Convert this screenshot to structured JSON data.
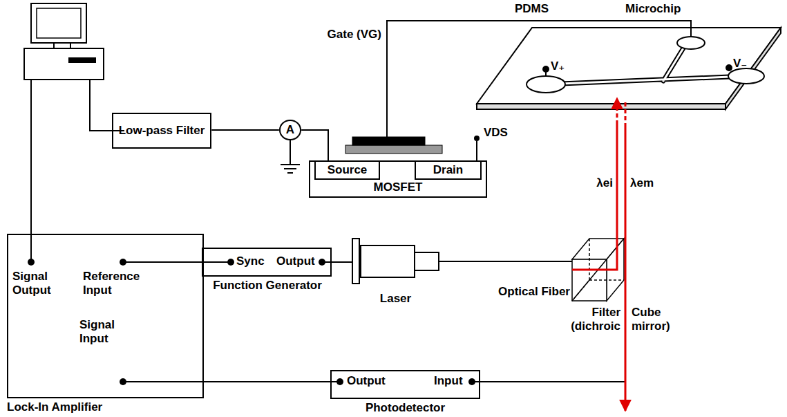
{
  "diagram": {
    "nodes": [
      {
        "text": [
          "Low-pass Filter"
        ]
      },
      {
        "text": [
          "A"
        ]
      },
      {
        "text": [
          "MOSFET"
        ]
      },
      {
        "text": [
          "Source"
        ],
        "in": 2
      },
      {
        "text": [
          "Drain"
        ],
        "in": 2
      },
      {
        "text": [
          "Signal Output",
          "Reference Input",
          "Signal Input",
          "Lock-In Amplifier"
        ]
      },
      {
        "text": [
          "Sync",
          "Output",
          "Function Generator"
        ]
      },
      {
        "text": [
          "Laser"
        ]
      },
      {
        "text": [
          "Output",
          "Input",
          "Photodetector"
        ]
      }
    ],
    "edges": [
      {
        "from": 0,
        "to": 1,
        "arrow": "none"
      },
      {
        "from": 1,
        "to": 3,
        "arrow": "none"
      },
      {
        "from": 5,
        "to": 6,
        "arrow": "none"
      },
      {
        "from": 6,
        "to": 7,
        "arrow": "none"
      },
      {
        "from": 8,
        "to": 5,
        "arrow": "none"
      }
    ],
    "labels": [
      "PDMS",
      "Microchip",
      "Gate (VG)",
      "VDS",
      "V₊",
      "V₋",
      "λei",
      "λem",
      "Optical Fiber",
      "Filter (dichroic",
      "Cube mirror)"
    ]
  }
}
